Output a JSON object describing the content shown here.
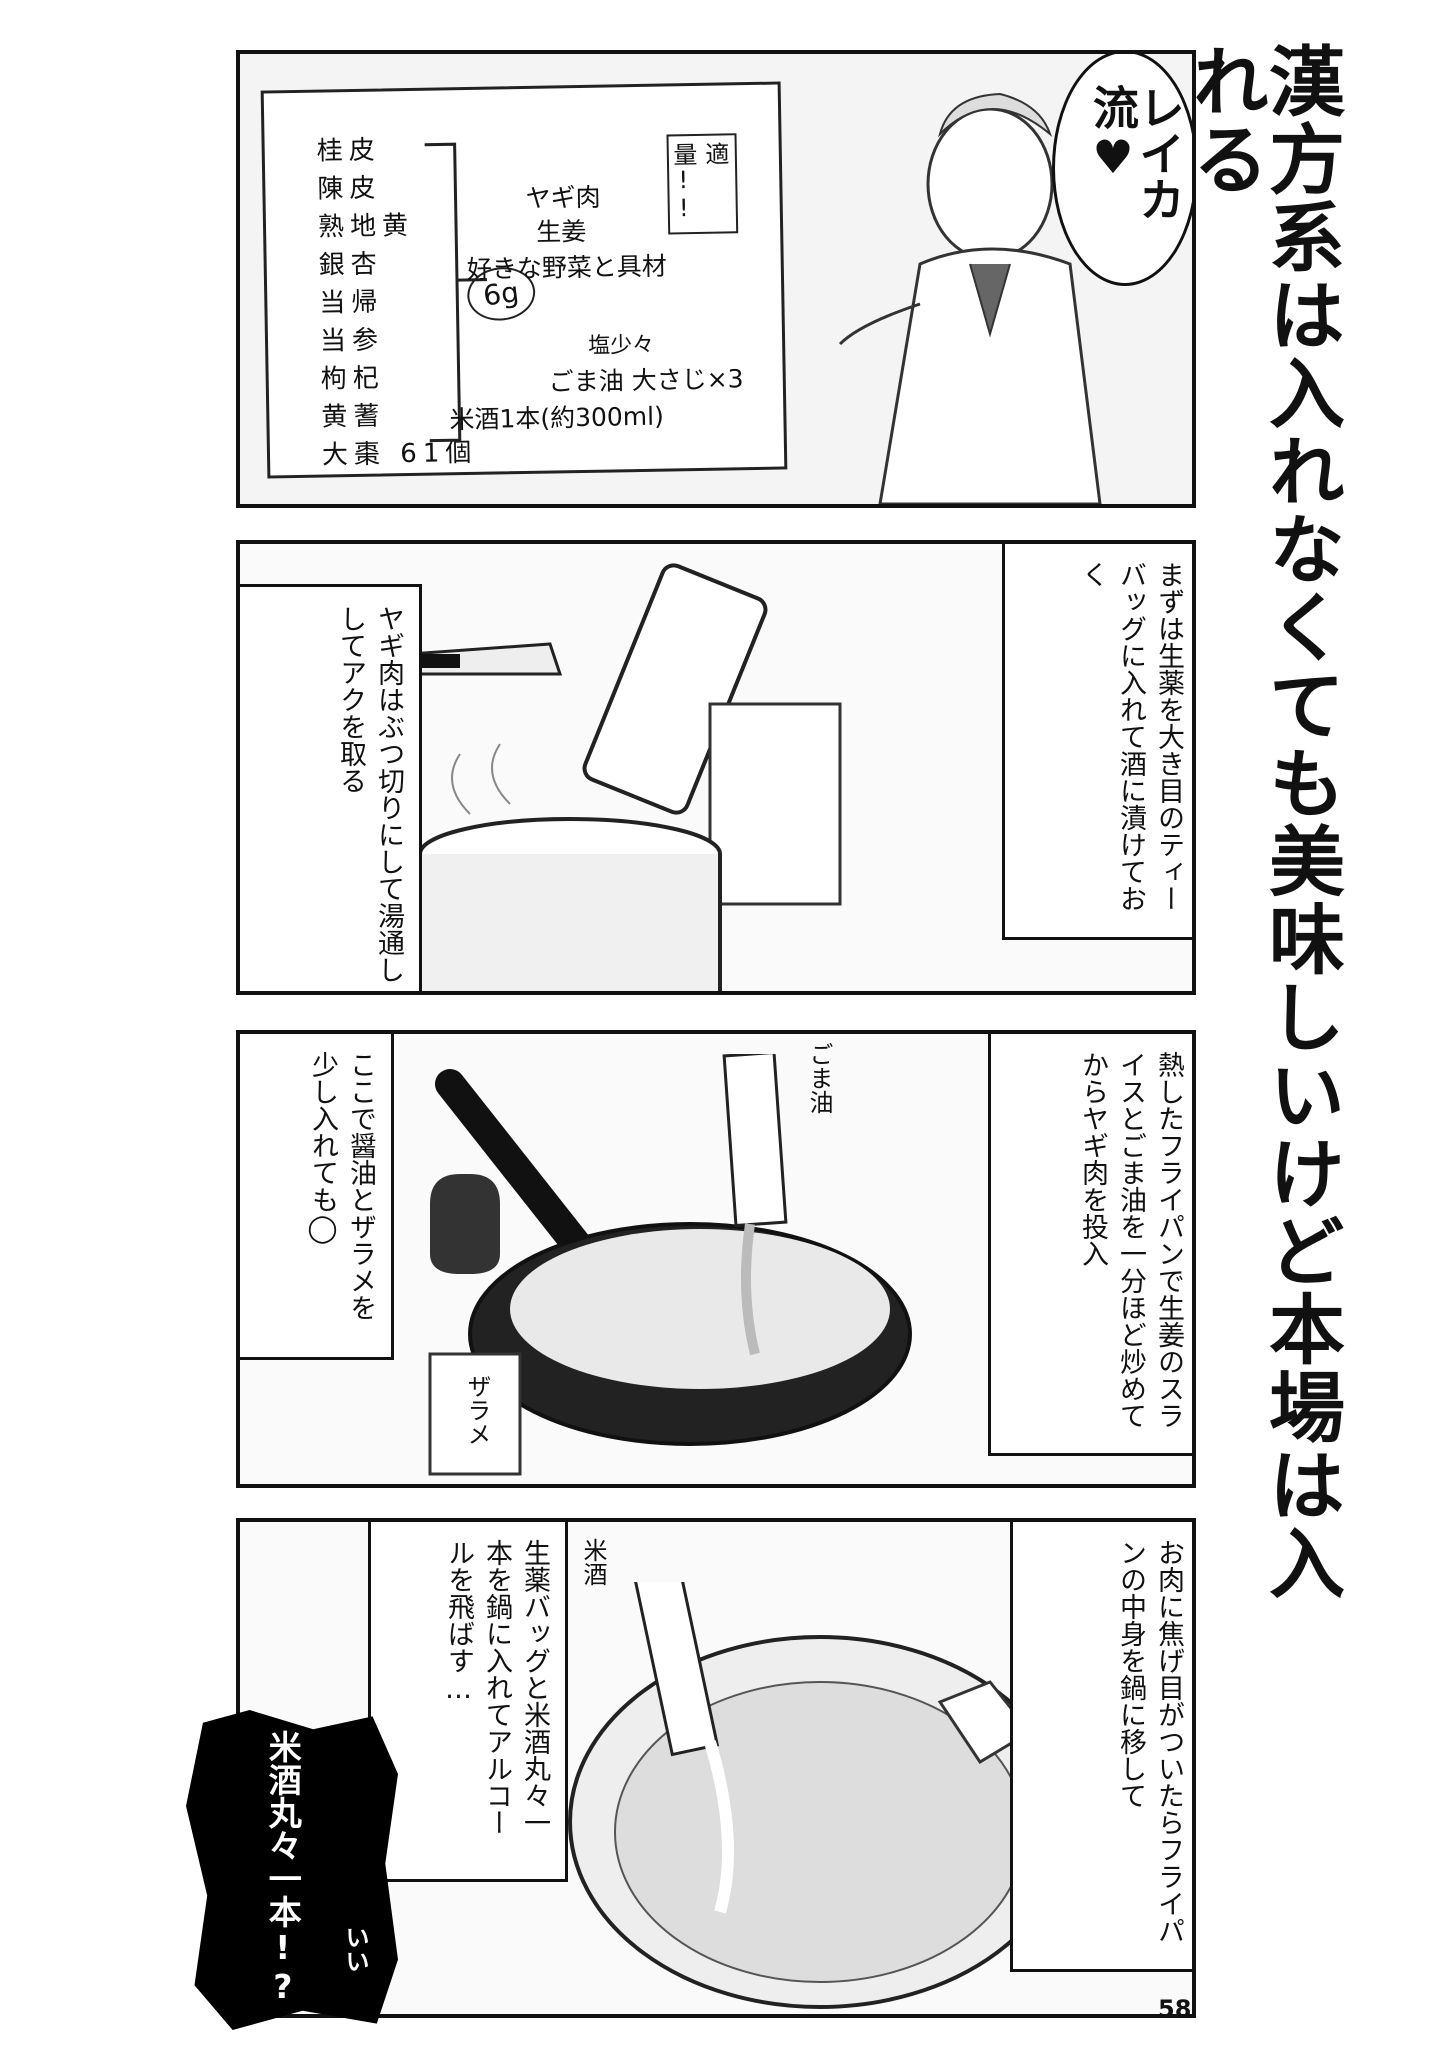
{
  "title": "漢方系は入れなくても美味しいけど本場は入れる",
  "page_number": "58",
  "panel1": {
    "bubble": "レイカ流♥",
    "herbs": [
      "桂皮",
      "陳皮",
      "熟地黄",
      "銀杏",
      "当帰",
      "当参",
      "枸杞",
      "黄蓍",
      "大棗 61個"
    ],
    "herb_amount": "6g",
    "amount_note": "適量!!",
    "ingredients": [
      "ヤギ肉",
      "生姜",
      "好きな野菜と具材"
    ],
    "seasoning": [
      "塩少々",
      "ごま油 大さじ×3",
      "米酒1本(約300ml)"
    ]
  },
  "panel2": {
    "right_text": "まずは生薬を大き目のティーバッグに入れて酒に漬けておく",
    "left_text": "ヤギ肉はぶつ切りにして湯通ししてアクを取る"
  },
  "panel3": {
    "right_text": "熱したフライパンで生姜のスライスとごま油を一分ほど炒めてからヤギ肉を投入",
    "left_text": "ここで醤油とザラメを少し入れても◯",
    "label_bottle": "ごま油",
    "label_sugar": "ザラメ"
  },
  "panel4": {
    "right_text": "お肉に焦げ目がついたらフライパンの中身を鍋に移して",
    "mid_text": "生薬バッグと米酒丸々一本を鍋に入れてアルコールを飛ばす…",
    "label_bottle": "米酒",
    "shout": "米酒丸々一本!?",
    "small": "いい"
  }
}
